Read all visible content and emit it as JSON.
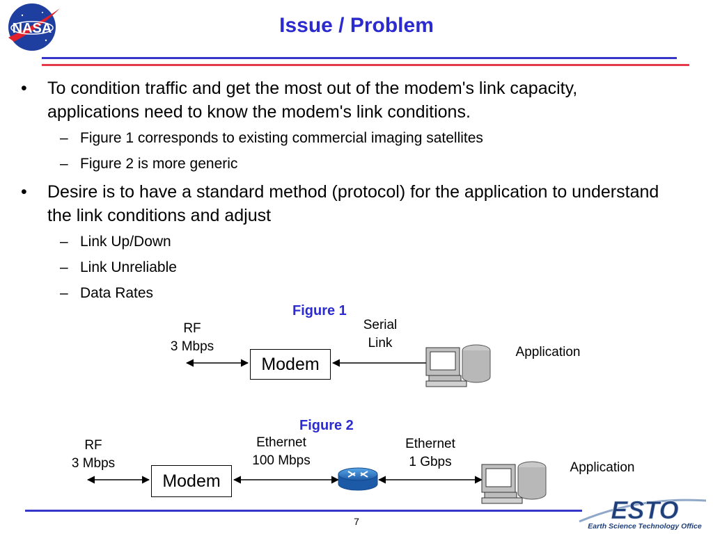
{
  "header": {
    "title": "Issue / Problem",
    "nasa_logo_text": "NASA",
    "colors": {
      "title": "#2b2bd0",
      "rule_blue": "#3535c8",
      "rule_red": "#e8384b"
    }
  },
  "bullets": [
    {
      "text": "To condition traffic and get the most out of the modem's link capacity, applications need to know the modem's link conditions.",
      "subs": [
        "Figure 1 corresponds to existing commercial imaging satellites",
        "Figure 2 is more generic"
      ]
    },
    {
      "text": "Desire is to have  a standard method  (protocol) for the application to understand the link conditions and adjust",
      "subs": [
        "Link Up/Down",
        "Link Unreliable",
        "Data Rates"
      ]
    }
  ],
  "figure1": {
    "title": "Figure 1",
    "rf_label": "RF",
    "rf_rate": "3 Mbps",
    "modem_label": "Modem",
    "link_label_1": "Serial",
    "link_label_2": "Link",
    "application_label": "Application"
  },
  "figure2": {
    "title": "Figure 2",
    "rf_label": "RF",
    "rf_rate": "3 Mbps",
    "modem_label": "Modem",
    "eth1_label": "Ethernet",
    "eth1_rate": "100 Mbps",
    "eth2_label": "Ethernet",
    "eth2_rate": "1 Gbps",
    "application_label": "Application"
  },
  "footer": {
    "page_number": "7",
    "esto_logo": "ESTO",
    "esto_subtitle": "Earth Science Technology Office"
  }
}
